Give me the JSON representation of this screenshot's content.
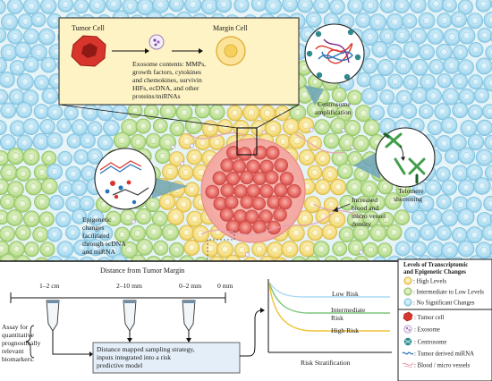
{
  "top_panel": {
    "inset": {
      "tumor_cell_label": "Tumor Cell",
      "margin_cell_label": "Margin Cell",
      "exosome_contents_lines": [
        "Exosome contents: MMPs,",
        "growth factors, cytokines",
        "and chemokines, survivin",
        "HIFs, ecDNA, and other",
        "proteins/miRNAs"
      ]
    },
    "centrosome_lines": [
      "Centrosome",
      "amplification"
    ],
    "telomere_lines": [
      "Telomere",
      "shortening"
    ],
    "vessel_lines": [
      "Increased",
      "blood and",
      "micro vessel",
      "density"
    ],
    "epigenetic_lines": [
      "Epigenetic",
      "changes",
      "facilitated",
      "through ecDNA",
      "and miRNA"
    ]
  },
  "bottom_panel": {
    "distance_title": "Distance from Tumor Margin",
    "distances": [
      "1–2 cm",
      "2–10 mm",
      "0–2 mm",
      "0 mm"
    ],
    "assay_lines": [
      "Assay for",
      "quantitative",
      "prognostically",
      "relevant",
      "biomarkers."
    ],
    "sampling_lines": [
      "Distance mapped sampling strategy,",
      "inputs integrated into a risk",
      "predictive model"
    ],
    "risk_title": "Risk Stratification",
    "risk_levels": [
      "Low Risk",
      "Intermediate",
      "Risk",
      "High Risk"
    ]
  },
  "legend": {
    "title_lines": [
      "Levels of Transcriptomic",
      "and Epigenetic Changes"
    ],
    "levels": [
      {
        "label": ": High Levels",
        "color": "#f3dc6e"
      },
      {
        "label": ": Intermediate to Low Levels",
        "color": "#b7dd8a"
      },
      {
        "label": ": No Significant Changes",
        "color": "#a8daf0"
      }
    ],
    "symbols": [
      {
        "label": ": Tumor cell",
        "icon": "tumor-cell-icon"
      },
      {
        "label": ": Exosome",
        "icon": "exosome-icon"
      },
      {
        "label": ": Centrosome",
        "icon": "centrosome-icon"
      },
      {
        "label": ": Tumor derived miRNA",
        "icon": "mirna-icon"
      },
      {
        "label": ": Blood / micro vessels",
        "icon": "vessel-icon"
      }
    ]
  }
}
